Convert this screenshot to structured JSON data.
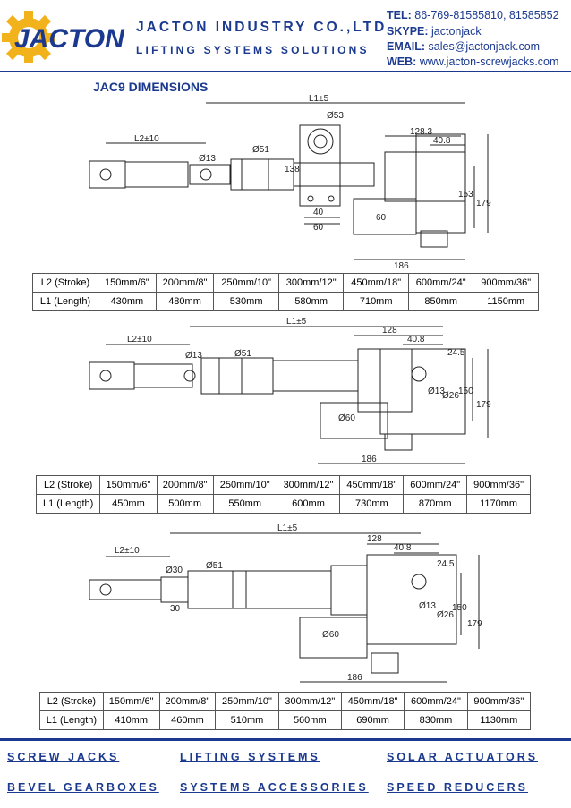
{
  "header": {
    "logo_text": "JACTON",
    "company": "JACTON INDUSTRY CO.,LTD",
    "tagline": "LIFTING SYSTEMS SOLUTIONS",
    "tel_label": "TEL:",
    "tel_value": "86-769-81585810, 81585852",
    "skype_label": "SKYPE:",
    "skype_value": "jactonjack",
    "email_label": "EMAIL:",
    "email_value": "sales@jactonjack.com",
    "web_label": "WEB:",
    "web_value": "www.jacton-screwjacks.com"
  },
  "page_title": "JAC9 DIMENSIONS",
  "drawings": [
    {
      "L1": "L1±5",
      "L2": "L2±10",
      "labels": [
        "Ø13",
        "Ø51",
        "Ø53",
        "138",
        "128.3",
        "40.8",
        "153",
        "179",
        "60",
        "40",
        "60",
        "186"
      ]
    },
    {
      "L1": "L1±5",
      "L2": "L2±10",
      "labels": [
        "Ø13",
        "Ø51",
        "128",
        "40.8",
        "24.5",
        "Ø13",
        "Ø26",
        "150",
        "179",
        "Ø60",
        "186"
      ]
    },
    {
      "L1": "L1±5",
      "L2": "L2±10",
      "labels": [
        "Ø30",
        "Ø51",
        "30",
        "128",
        "40.8",
        "24.5",
        "Ø13",
        "Ø26",
        "150",
        "179",
        "Ø60",
        "186"
      ]
    }
  ],
  "tables": [
    {
      "rows": [
        [
          "L2 (Stroke)",
          "150mm/6\"",
          "200mm/8\"",
          "250mm/10\"",
          "300mm/12\"",
          "450mm/18\"",
          "600mm/24\"",
          "900mm/36\""
        ],
        [
          "L1 (Length)",
          "430mm",
          "480mm",
          "530mm",
          "580mm",
          "710mm",
          "850mm",
          "1150mm"
        ]
      ]
    },
    {
      "rows": [
        [
          "L2 (Stroke)",
          "150mm/6\"",
          "200mm/8\"",
          "250mm/10\"",
          "300mm/12\"",
          "450mm/18\"",
          "600mm/24\"",
          "900mm/36\""
        ],
        [
          "L1 (Length)",
          "450mm",
          "500mm",
          "550mm",
          "600mm",
          "730mm",
          "870mm",
          "1170mm"
        ]
      ]
    },
    {
      "rows": [
        [
          "L2 (Stroke)",
          "150mm/6\"",
          "200mm/8\"",
          "250mm/10\"",
          "300mm/12\"",
          "450mm/18\"",
          "600mm/24\"",
          "900mm/36\""
        ],
        [
          "L1 (Length)",
          "410mm",
          "460mm",
          "510mm",
          "560mm",
          "690mm",
          "830mm",
          "1130mm"
        ]
      ]
    }
  ],
  "footer": {
    "links": [
      "SCREW JACKS",
      "LIFTING SYSTEMS",
      "SOLAR ACTUATORS",
      "BEVEL GEARBOXES",
      "SYSTEMS ACCESSORIES",
      "SPEED REDUCERS"
    ]
  },
  "colors": {
    "brand_blue": "#1b3a8f",
    "logo_gear": "#f2b21c"
  }
}
